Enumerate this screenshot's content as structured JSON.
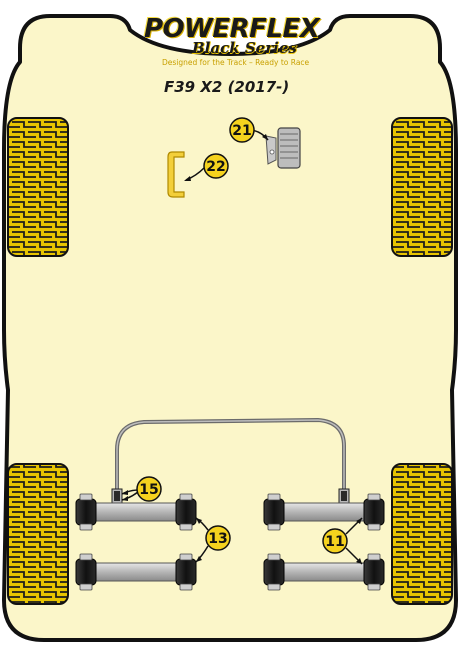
{
  "brand": {
    "name": "POWERFLEX",
    "series": "Black Series",
    "tagline": "Designed for the Track – Ready to Race"
  },
  "model_label": "F39 X2 (2017-)",
  "callouts": [
    {
      "id": "21",
      "label": "21"
    },
    {
      "id": "22",
      "label": "22"
    },
    {
      "id": "15",
      "label": "15"
    },
    {
      "id": "13",
      "label": "13"
    },
    {
      "id": "11",
      "label": "11"
    }
  ],
  "colors": {
    "body_fill": "#fbf6c9",
    "outline": "#111111",
    "tyre_yellow": "#e7c400",
    "arm_grey": "#c2c2c2",
    "bush_black": "#1c1c1c"
  }
}
